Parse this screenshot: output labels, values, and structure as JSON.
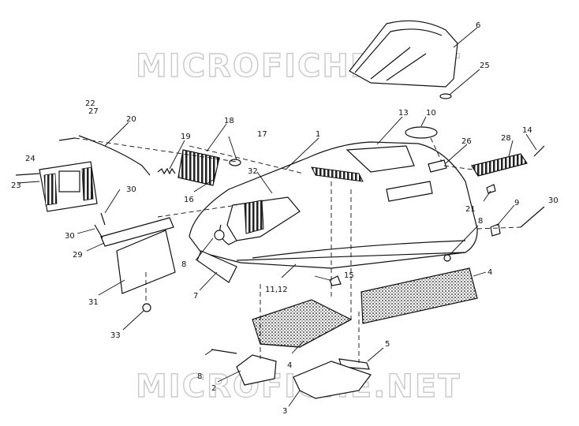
{
  "watermark": "MICROFICHE.NET",
  "callouts": {
    "c1": "1",
    "c2": "2",
    "c3": "3",
    "c4a": "4",
    "c4b": "4",
    "c5": "5",
    "c6": "6",
    "c7": "7",
    "c8a": "8",
    "c8b": "8",
    "c8c": "8",
    "c9": "9",
    "c10": "10",
    "c11_12": "11,12",
    "c13": "13",
    "c14": "14",
    "c15": "15",
    "c16": "16",
    "c17": "17",
    "c18": "18",
    "c19": "19",
    "c20": "20",
    "c21": "21",
    "c22": "22",
    "c23": "23",
    "c24": "24",
    "c25": "25",
    "c26": "26",
    "c27": "27",
    "c28": "28",
    "c29": "29",
    "c30a": "30",
    "c30b": "30",
    "c30c": "30",
    "c31": "31",
    "c32": "32",
    "c33": "33"
  }
}
